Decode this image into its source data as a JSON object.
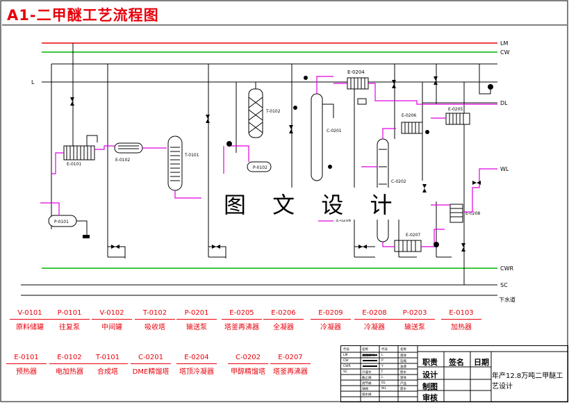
{
  "title": "A1-二甲醚工艺流程图",
  "overlay_text": "图 文 设 计",
  "utility_lines": {
    "LM": "LM",
    "CW": "CW",
    "L": "L",
    "DL": "DL",
    "WL": "WL",
    "CWR": "CWR",
    "SC": "SC",
    "drain": "下水道"
  },
  "diagram_tags": {
    "e0101": "E-0101",
    "e0102": "E-0102",
    "t0101": "T-0101",
    "p0101": "P-0101",
    "t0102": "T-0102",
    "p0102": "P-0102",
    "e0204": "E-0204",
    "c0201": "C-0201",
    "e0206": "E-0206",
    "e0205": "E-0205",
    "c0202": "C-0202",
    "e0207": "E-0207",
    "e0208": "E-0208",
    "e0206b": "E-0206"
  },
  "equipment_row1": [
    {
      "code": "V-0101",
      "name": "原料储罐"
    },
    {
      "code": "P-0101",
      "name": "往复泵"
    },
    {
      "code": "V-0102",
      "name": "中间罐"
    },
    {
      "code": "T-0102",
      "name": "吸收塔"
    },
    {
      "code": "P-0201",
      "name": "输送泵"
    },
    {
      "code": "E-0205",
      "name": "塔釜再沸器"
    },
    {
      "code": "E-0206",
      "name": "全凝器"
    },
    {
      "code": "E-0209",
      "name": "冷凝器"
    },
    {
      "code": "E-0208",
      "name": "冷凝器"
    },
    {
      "code": "P-0203",
      "name": "输送泵"
    },
    {
      "code": "E-0103",
      "name": "加热器"
    }
  ],
  "equipment_row2": [
    {
      "code": "E-0101",
      "name": "预热器"
    },
    {
      "code": "E-0102",
      "name": "电加热器"
    },
    {
      "code": "T-0101",
      "name": "合成塔"
    },
    {
      "code": "C-0201",
      "name": "DME精馏塔"
    },
    {
      "code": "E-0204",
      "name": "塔顶冷凝器"
    },
    {
      "code": "C-0202",
      "name": "甲醇精馏塔"
    },
    {
      "code": "E-0207",
      "name": "塔釜再沸器"
    }
  ],
  "legend": {
    "header": [
      "代号",
      "名称",
      "代号",
      "名称"
    ],
    "rows": [
      [
        "LM",
        "低压蒸汽",
        "L",
        "液体"
      ],
      [
        "CW",
        "",
        "P",
        "压缩"
      ],
      [
        "CWR",
        "",
        "Y",
        "油液"
      ],
      [
        "SC",
        "冷凝水",
        "F",
        "原水"
      ],
      [
        "",
        "截止阀",
        "L",
        "液体"
      ],
      [
        "",
        "调节阀",
        "DL",
        "产品"
      ],
      [
        "",
        "球阀",
        "WL",
        "废水"
      ],
      [
        "",
        "排水阀",
        "",
        ""
      ]
    ]
  },
  "title_block": {
    "job": "职责",
    "sign": "签名",
    "date": "日期",
    "design": "设计",
    "draw": "制图",
    "check": "审核",
    "project": "年产12.8万吨二甲醚工艺设计"
  },
  "colors": {
    "red": "#e8000b",
    "green": "#00b400",
    "magenta": "#e000e0",
    "black": "#000000"
  }
}
